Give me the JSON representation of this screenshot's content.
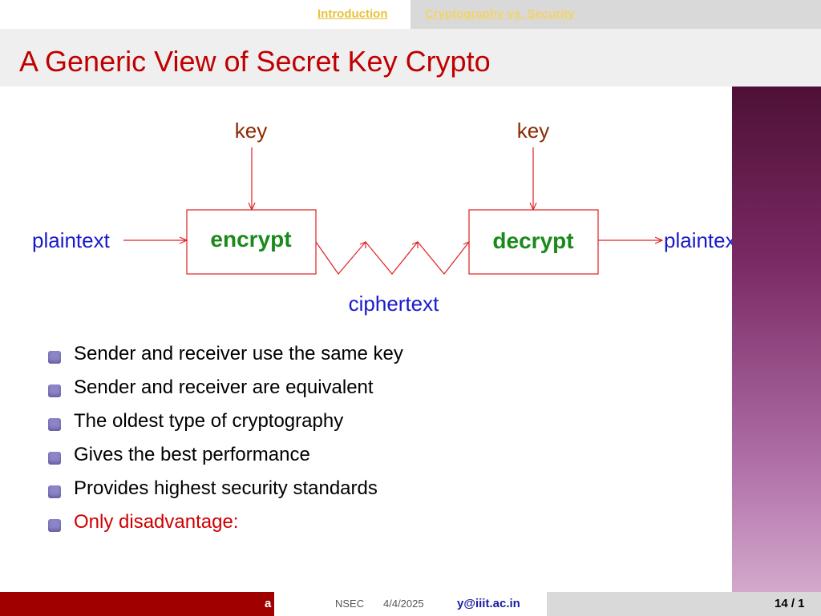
{
  "nav": {
    "tabs": [
      {
        "label": "Introduction"
      },
      {
        "label": "Cryptography vs. Security"
      }
    ]
  },
  "title": "A Generic View of Secret Key Crypto",
  "diagram": {
    "key_left": "key",
    "key_right": "key",
    "plaintext_in": "plaintext",
    "plaintext_out": "plaintext",
    "encrypt": "encrypt",
    "decrypt": "decrypt",
    "ciphertext": "ciphertext",
    "colors": {
      "key": "#8b2a00",
      "box_text": "#1a8a1a",
      "plaintext": "#1a1acc",
      "lines": "#e02020"
    }
  },
  "bullets": [
    {
      "text": "Sender and receiver use the same key"
    },
    {
      "text": "Sender and receiver are equivalent"
    },
    {
      "text": "The oldest type of cryptography"
    },
    {
      "text": "Gives the best performance"
    },
    {
      "text": "Provides highest security standards"
    },
    {
      "text": "Only disadvantage:"
    }
  ],
  "footer": {
    "author": "a",
    "venue": "NSEC",
    "date": "4/4/2025",
    "email": "y@iiit.ac.in",
    "page": "14 / 1"
  }
}
